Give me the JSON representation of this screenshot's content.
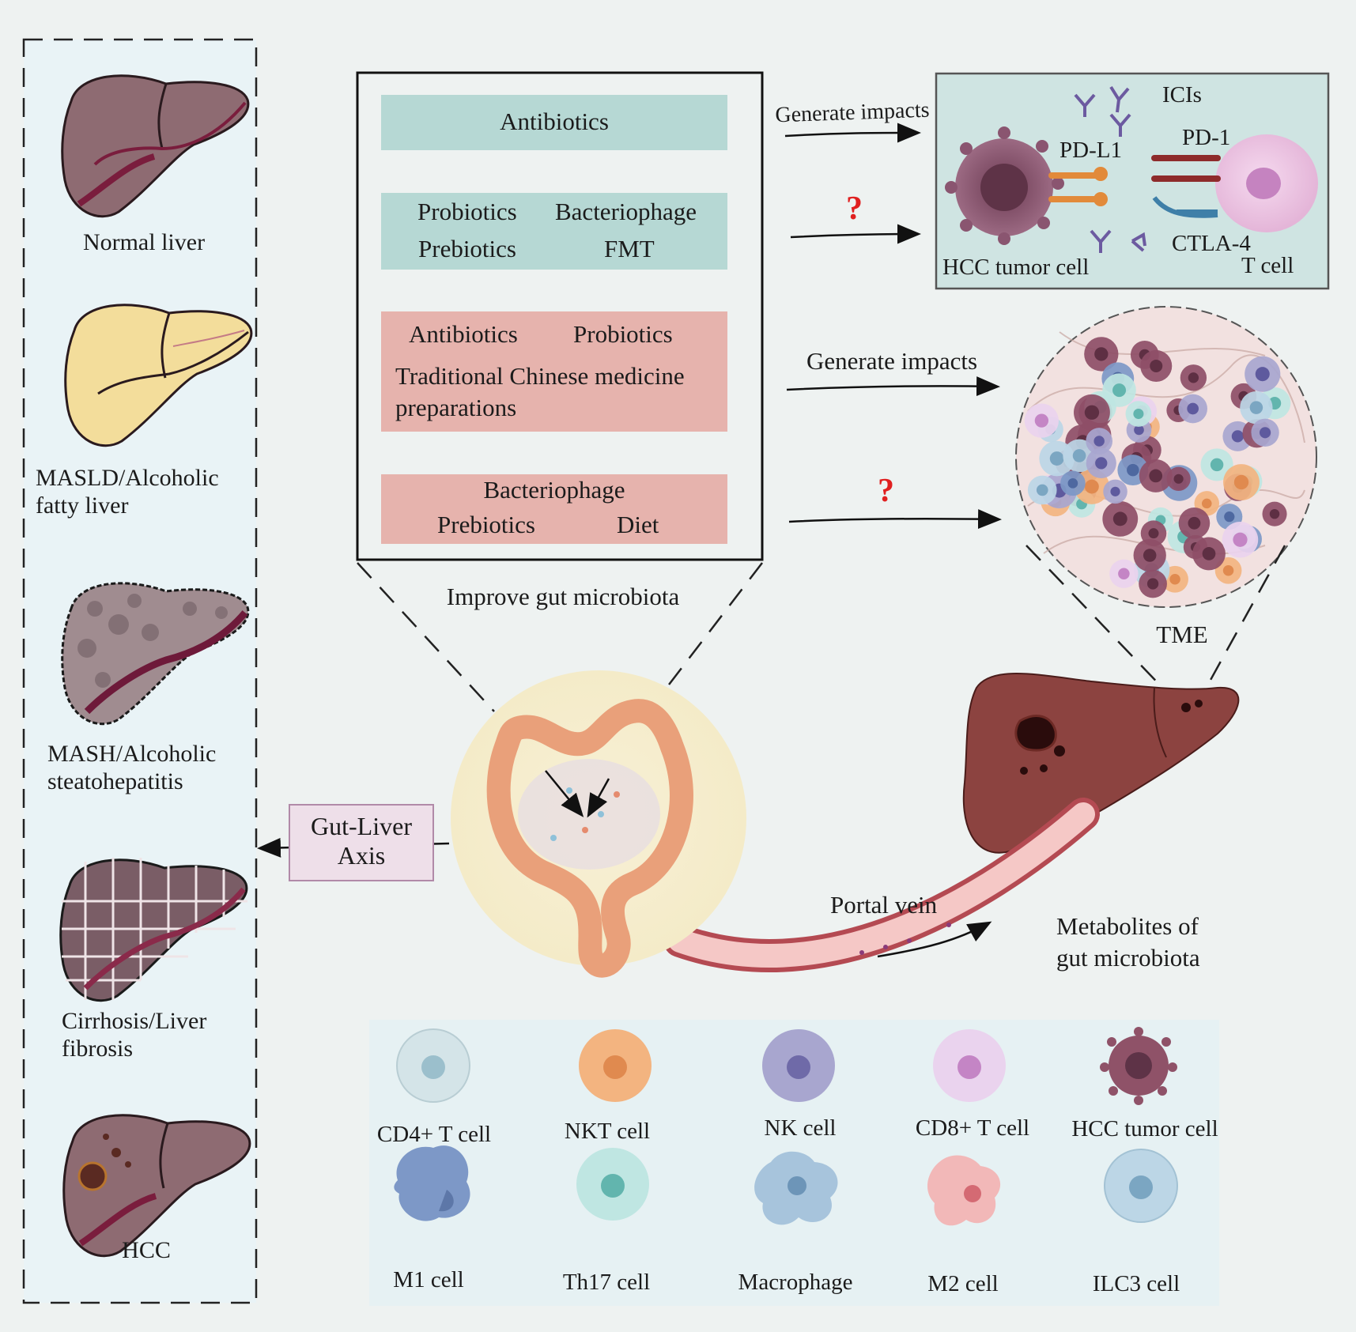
{
  "stages": {
    "normal": "Normal liver",
    "masld_1": "MASLD/Alcoholic",
    "masld_2": "fatty liver",
    "mash_1": "MASH/Alcoholic",
    "mash_2": "steatohepatitis",
    "cirrhosis_1": "Cirrhosis/Liver",
    "cirrhosis_2": "fibrosis",
    "hcc": "HCC"
  },
  "interventions": {
    "box1": {
      "item1": "Antibiotics"
    },
    "box2": {
      "item1": "Probiotics",
      "item2": "Bacteriophage",
      "item3": "Prebiotics",
      "item4": "FMT"
    },
    "box3": {
      "item1": "Antibiotics",
      "item2": "Probiotics",
      "item3": "Traditional Chinese medicine",
      "item4": "preparations"
    },
    "box4": {
      "item1": "Bacteriophage",
      "item2": "Prebiotics",
      "item3": "Diet"
    },
    "caption": "Improve gut microbiota"
  },
  "arrows": {
    "impact_1": "Generate impacts",
    "question_1": "?",
    "impact_2": "Generate impacts",
    "question_2": "?"
  },
  "ici_panel": {
    "icis": "ICIs",
    "pdl1": "PD-L1",
    "pd1": "PD-1",
    "ctla4": "CTLA-4",
    "tumor_cell": "HCC tumor cell",
    "t_cell": "T cell"
  },
  "tme": {
    "label": "TME"
  },
  "axis": {
    "line1": "Gut-Liver",
    "line2": "Axis"
  },
  "portal": {
    "vein": "Portal vein",
    "metabolites_1": "Metabolites of",
    "metabolites_2": "gut microbiota"
  },
  "legend": {
    "cd4": "CD4+ T cell",
    "nkt": "NKT cell",
    "nk": "NK cell",
    "cd8": "CD8+ T cell",
    "hcc": "HCC tumor cell",
    "m1": "M1 cell",
    "th17": "Th17 cell",
    "macrophage": "Macrophage",
    "m2": "M2 cell",
    "ilc3": "ILC3 cell"
  },
  "colors": {
    "teal_box": "#b6d8d4",
    "pink_box": "#e6b3ad",
    "liver_normal": "#8e6b72",
    "liver_fatty": "#f3dd9b",
    "liver_hcc": "#8c4340",
    "question_mark": "#e02020",
    "axis_box": "#eedfe9"
  }
}
